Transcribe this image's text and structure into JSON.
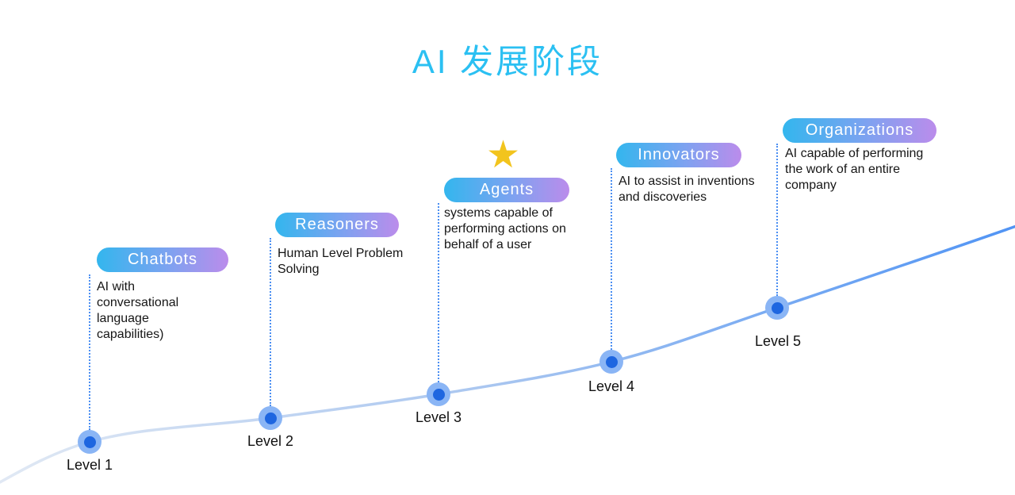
{
  "title": "AI 发展阶段",
  "stages": [
    {
      "level_label": "Level 1",
      "name": "Chatbots",
      "description": "AI with conversational language capabilities)"
    },
    {
      "level_label": "Level 2",
      "name": "Reasoners",
      "description": "Human Level Problem Solving"
    },
    {
      "level_label": "Level 3",
      "name": "Agents",
      "description": "systems capable of performing actions on behalf of a user",
      "starred": true
    },
    {
      "level_label": "Level 4",
      "name": "Innovators",
      "description": "AI to assist in inventions and discoveries"
    },
    {
      "level_label": "Level 5",
      "name": "Organizations",
      "description": "AI capable of performing the work of an entire company"
    }
  ],
  "colors": {
    "title": "#2bc0f2",
    "pill_gradient_start": "#33b6ee",
    "pill_gradient_end": "#bb8ceb",
    "curve_gradient_start": "#e6ecf4",
    "curve_gradient_end": "#4f93f4",
    "dot_outer": "#8ab5f5",
    "dot_inner": "#1e66e0",
    "dotted_line": "#4a8ef2",
    "star": "#f2c41d",
    "text": "#161616"
  }
}
